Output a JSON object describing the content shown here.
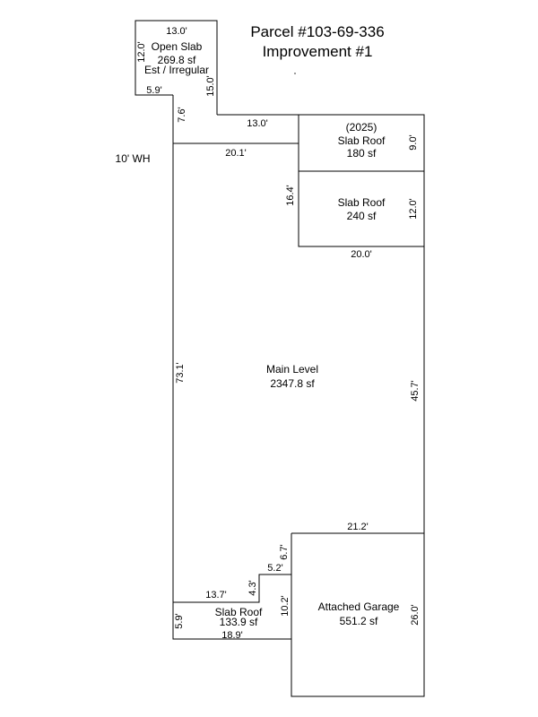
{
  "header": {
    "parcel": "Parcel #103-69-336",
    "improvement": "Improvement #1"
  },
  "areas": {
    "open_slab": {
      "name": "Open Slab",
      "size": "269.8 sf",
      "note": "Est / Irregular"
    },
    "slab_roof_2025": {
      "year": "(2025)",
      "name": "Slab Roof",
      "size": "180 sf"
    },
    "slab_roof_mid": {
      "name": "Slab Roof",
      "size": "240 sf"
    },
    "main_level": {
      "name": "Main Level",
      "size": "2347.8 sf"
    },
    "slab_roof_low": {
      "name": "Slab Roof",
      "size": "133.9 sf"
    },
    "garage": {
      "name": "Attached Garage",
      "size": "551.2 sf"
    }
  },
  "notes": {
    "water_heater": "10' WH"
  },
  "dimensions": {
    "open_top": "13.0'",
    "open_left": "12.0'",
    "open_bottom": "5.9'",
    "open_right": "15.0'",
    "notch_left": "7.6'",
    "upper_top": "13.0'",
    "main_top": "20.1'",
    "upper_right": "9.0'",
    "slab_left": "16.4'",
    "slab_right": "12.0'",
    "slab_bottom": "20.0'",
    "main_left": "73.1'",
    "main_right": "45.7'",
    "garage_top": "21.2'",
    "step_upper": "6.7'",
    "step_top": "5.2'",
    "step_mid": "4.3'",
    "low_top": "13.7'",
    "step_lower": "10.2'",
    "low_left": "5.9'",
    "low_bottom": "18.9'",
    "garage_right": "26.0'"
  }
}
